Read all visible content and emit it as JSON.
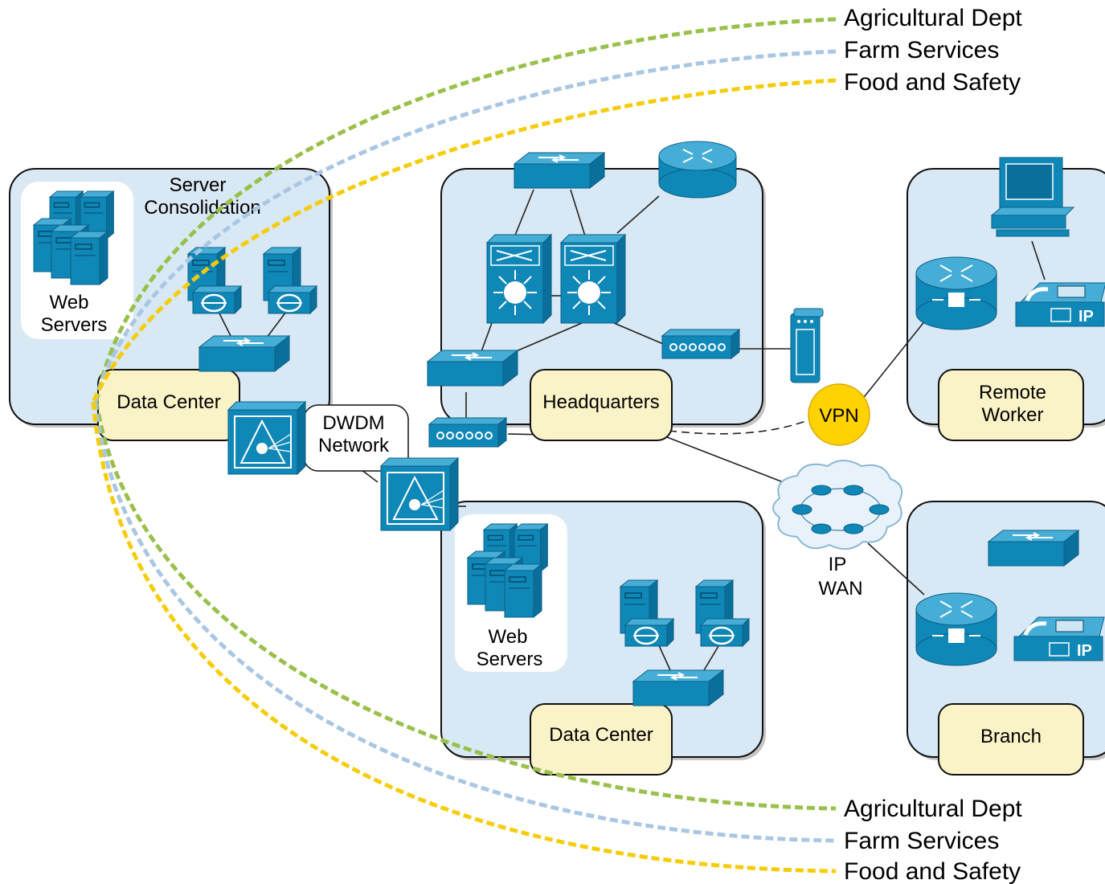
{
  "legend_top": [
    {
      "label": "Agricultural Dept",
      "color": "#99c04a"
    },
    {
      "label": "Farm Services",
      "color": "#a9c6e2"
    },
    {
      "label": "Food and Safety",
      "color": "#f5cc0a"
    }
  ],
  "legend_bottom": [
    {
      "label": "Agricultural Dept",
      "color": "#99c04a"
    },
    {
      "label": "Farm Services",
      "color": "#a9c6e2"
    },
    {
      "label": "Food and Safety",
      "color": "#f5cc0a"
    }
  ],
  "sites": {
    "dc1": {
      "tag": "Data Center",
      "server_title_1": "Server",
      "server_title_2": "Consolidation",
      "web_1": "Web",
      "web_2": "Servers"
    },
    "hq": {
      "tag": "Headquarters"
    },
    "remote": {
      "tag_1": "Remote",
      "tag_2": "Worker"
    },
    "dc2": {
      "tag": "Data Center",
      "web_1": "Web",
      "web_2": "Servers"
    },
    "branch": {
      "tag": "Branch"
    }
  },
  "network_labels": {
    "dwdm_1": "DWDM",
    "dwdm_2": "Network",
    "vpn": "VPN",
    "ipwan_1": "IP",
    "ipwan_2": "WAN"
  },
  "colors": {
    "panel_fill": "#d8e8f4",
    "tag_fill": "#fbf3c8",
    "device_blue": "#0f88b8",
    "vpn_yellow": "#ffd200"
  },
  "icons": [
    "server-stack-icon",
    "server-icon",
    "switch-icon",
    "router-icon",
    "multilayer-switch-icon",
    "hub-icon",
    "modem-icon",
    "dwdm-icon",
    "pc-icon",
    "ip-phone-icon",
    "cloud-icon"
  ]
}
